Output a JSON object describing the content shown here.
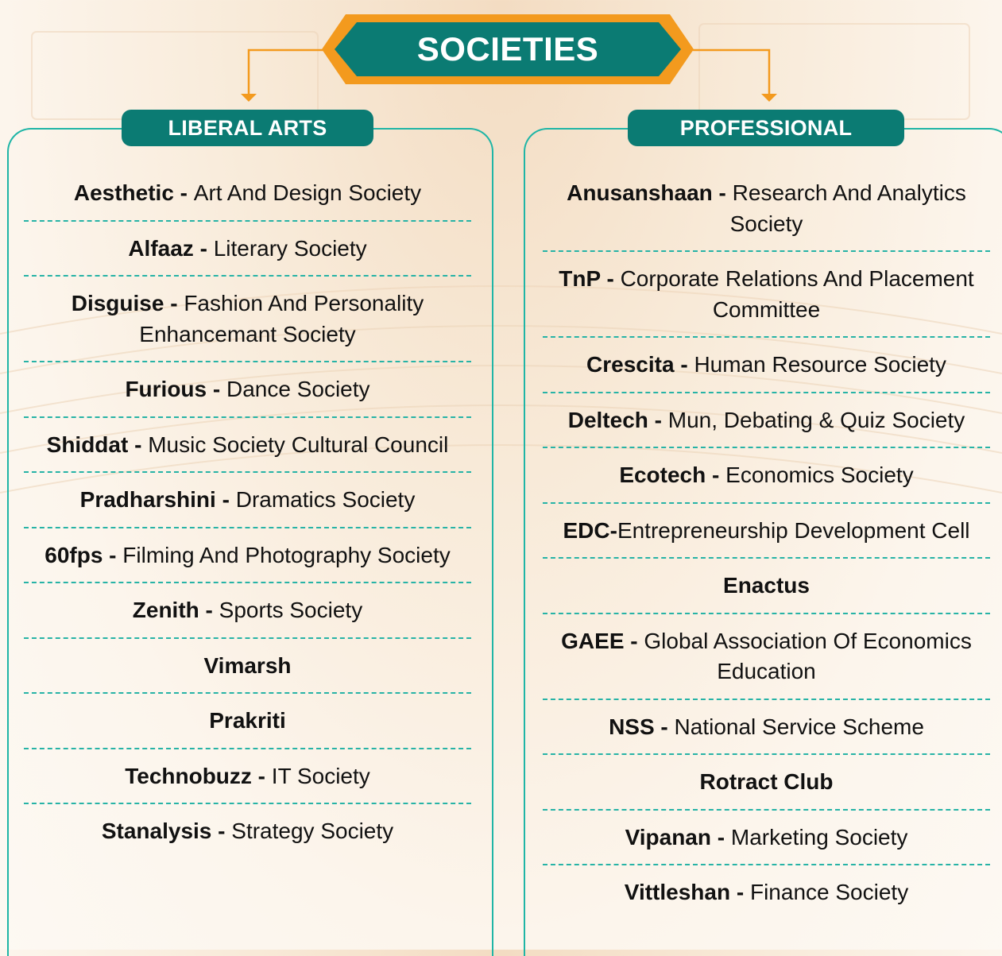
{
  "title": "SOCIETIES",
  "colors": {
    "teal_dark": "#0b7b73",
    "teal_border": "#1fb5a6",
    "orange": "#f39a1e"
  },
  "liberal_arts": {
    "heading": "LIBERAL ARTS",
    "items": [
      {
        "name": "Aesthetic",
        "sep": " - ",
        "desc": "Art And Design Society"
      },
      {
        "name": "Alfaaz",
        "sep": " - ",
        "desc": "Literary Society"
      },
      {
        "name": "Disguise",
        "sep": " - ",
        "desc": "Fashion And Personality Enhancemant Society"
      },
      {
        "name": "Furious",
        "sep": " - ",
        "desc": "Dance Society"
      },
      {
        "name": "Shiddat",
        "sep": " - ",
        "desc": "Music Society Cultural Council"
      },
      {
        "name": "Pradharshini",
        "sep": " - ",
        "desc": "Dramatics Society"
      },
      {
        "name": "60fps",
        "sep": " - ",
        "desc": "Filming And Photography Society"
      },
      {
        "name": "Zenith",
        "sep": " - ",
        "desc": "Sports Society"
      },
      {
        "name": "Vimarsh",
        "sep": "",
        "desc": ""
      },
      {
        "name": "Prakriti",
        "sep": "",
        "desc": ""
      },
      {
        "name": "Technobuzz",
        "sep": " - ",
        "desc": "IT Society"
      },
      {
        "name": "Stanalysis",
        "sep": " - ",
        "desc": "Strategy Society"
      }
    ]
  },
  "professional": {
    "heading": "PROFESSIONAL",
    "items": [
      {
        "name": "Anusanshaan",
        "sep": " - ",
        "desc": "Research And Analytics Society"
      },
      {
        "name": "TnP",
        "sep": " - ",
        "desc": "Corporate Relations And Placement Committee"
      },
      {
        "name": "Crescita",
        "sep": " - ",
        "desc": "Human Resource Society"
      },
      {
        "name": "Deltech",
        "sep": " - ",
        "desc": "Mun, Debating & Quiz Society"
      },
      {
        "name": "Ecotech",
        "sep": " - ",
        "desc": "Economics Society"
      },
      {
        "name": "EDC",
        "sep": "-",
        "desc": "Entrepreneurship Development Cell"
      },
      {
        "name": "Enactus",
        "sep": "",
        "desc": ""
      },
      {
        "name": "GAEE",
        "sep": " - ",
        "desc": "Global Association Of Economics Education"
      },
      {
        "name": "NSS",
        "sep": " - ",
        "desc": "National Service Scheme"
      },
      {
        "name": "Rotract Club",
        "sep": "",
        "desc": ""
      },
      {
        "name": "Vipanan",
        "sep": " - ",
        "desc": "Marketing Society"
      },
      {
        "name": "Vittleshan",
        "sep": " - ",
        "desc": "Finance Society"
      }
    ]
  }
}
